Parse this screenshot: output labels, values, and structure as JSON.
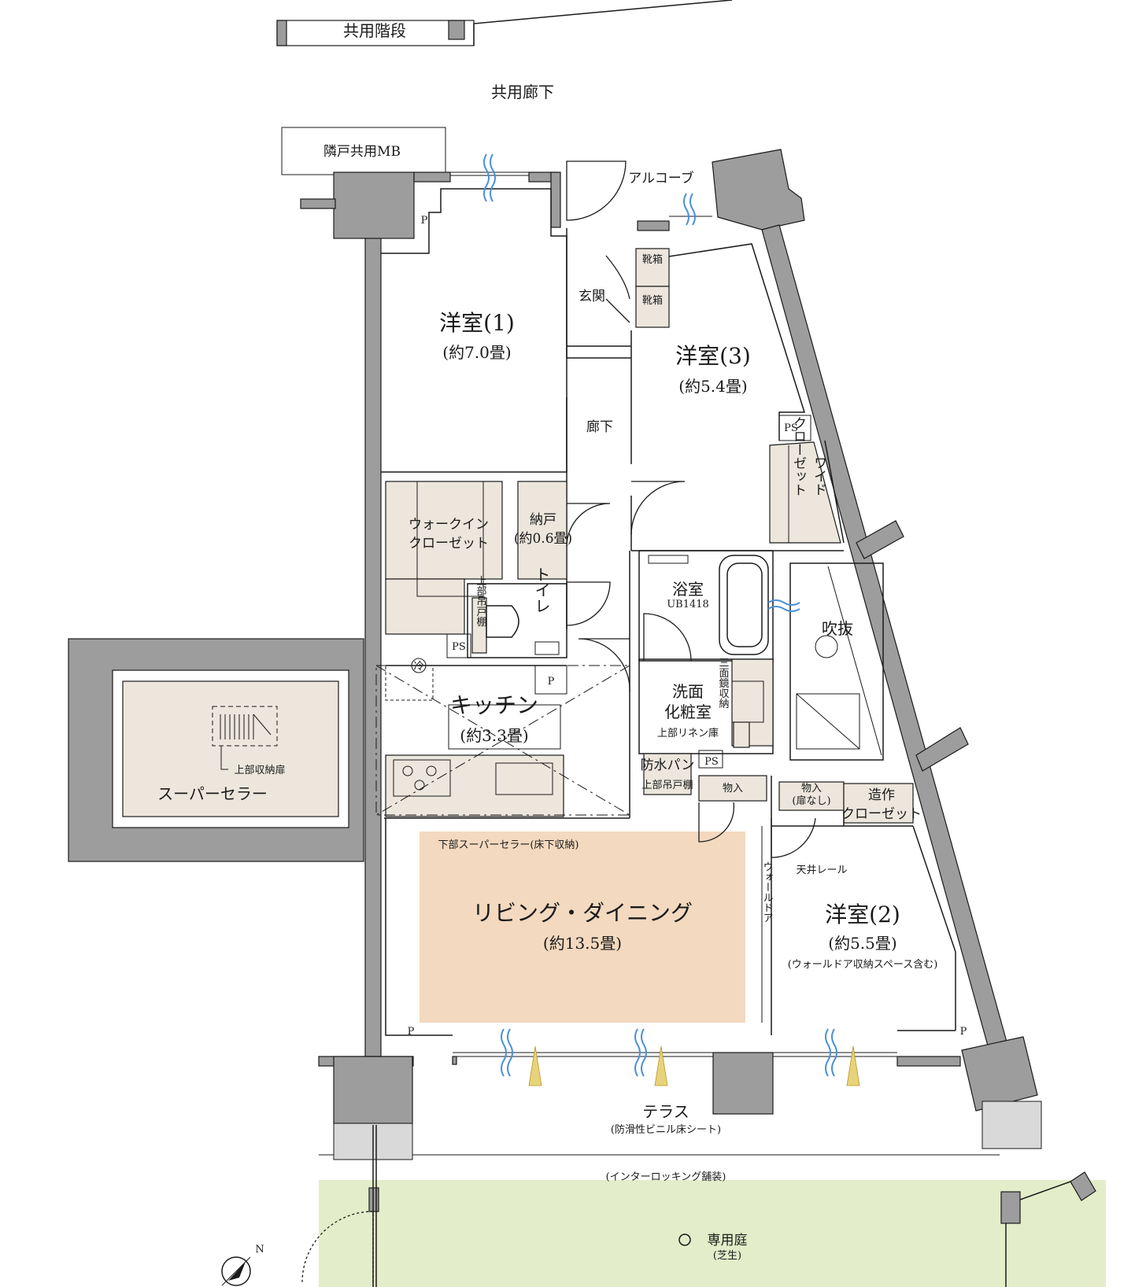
{
  "plan": {
    "common_stairs": "共用階段",
    "common_corridor": "共用廊下",
    "neighbor_mb": "隣戸共用MB",
    "alcove": "アルコーブ",
    "entrance": "玄関",
    "shoe_box": "靴箱",
    "hallway": "廊下",
    "room1": {
      "name": "洋室(1)",
      "size": "(約7.0畳)"
    },
    "room2": {
      "name": "洋室(2)",
      "size": "(約5.5畳)",
      "note": "(ウォールドア収納スペース含む)"
    },
    "room3": {
      "name": "洋室(3)",
      "size": "(約5.4畳)"
    },
    "ps": "PS",
    "p": "P",
    "wide_closet": [
      "ワイド",
      "クローゼット"
    ],
    "walkin_closet": [
      "ウォークイン",
      "クローゼット"
    ],
    "storage_closet": {
      "name": "納戸",
      "size": "(約0.6畳)"
    },
    "toilet": "トイレ",
    "upper_shelf": "上部吊戸棚",
    "bath": {
      "name": "浴室",
      "unit": "UB1418"
    },
    "void": "吹抜",
    "washroom": [
      "洗面",
      "化粧室"
    ],
    "mirror_storage": "三面鏡収納",
    "upper_linen": "上部リネン庫",
    "waterproof_pan": "防水パン",
    "upper_hanging": "上部吊戸棚",
    "storage": "物入",
    "storage_nodoor": [
      "物入",
      "(扉なし)"
    ],
    "built_in_closet": [
      "造作",
      "クローゼット"
    ],
    "ceiling_rail": "天井レール",
    "wall_door": "ウォールドア",
    "kitchen": {
      "name": "キッチン",
      "size": "(約3.3畳)"
    },
    "fridge": "冷",
    "living": {
      "name": "リビング・ダイニング",
      "size": "(約13.5畳)"
    },
    "under_cellar": "下部スーパーセラー(床下収納)",
    "super_cellar": "スーパーセラー",
    "upper_storage_door": "上部収納扉",
    "terrace": {
      "name": "テラス",
      "note": "(防滑性ビニル床シート)"
    },
    "interlocking": "(インターロッキング舗装)",
    "private_garden": {
      "name": "専用庭",
      "note": "(芝生)"
    },
    "north": "N"
  },
  "colors": {
    "wall": "#9d9d9d",
    "storage_fill": "#ece6dd",
    "living_highlight": "#f3d9bf",
    "garden": "#e3edc9",
    "ventilation": "#4a90d9",
    "light": "#e8d27a"
  }
}
